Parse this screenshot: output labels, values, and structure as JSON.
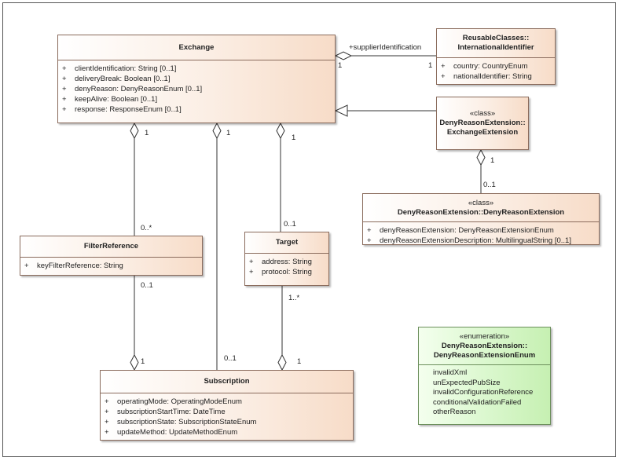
{
  "classes": {
    "exchange": {
      "name": "Exchange",
      "attributes": [
        {
          "vis": "+",
          "text": "clientIdentification: String [0..1]"
        },
        {
          "vis": "+",
          "text": "deliveryBreak: Boolean [0..1]"
        },
        {
          "vis": "+",
          "text": "denyReason: DenyReasonEnum [0..1]"
        },
        {
          "vis": "+",
          "text": "keepAlive: Boolean [0..1]"
        },
        {
          "vis": "+",
          "text": "response: ResponseEnum [0..1]"
        }
      ]
    },
    "international": {
      "name_line1": "ReusableClasses::",
      "name_line2": "InternationalIdentifier",
      "attributes": [
        {
          "vis": "+",
          "text": "country: CountryEnum"
        },
        {
          "vis": "+",
          "text": "nationalIdentifier: String"
        }
      ]
    },
    "exchange_extension": {
      "stereotype": "«class»",
      "name_line1": "DenyReasonExtension::",
      "name_line2": "ExchangeExtension"
    },
    "deny_reason_extension": {
      "stereotype": "«class»",
      "name": "DenyReasonExtension::DenyReasonExtension",
      "attributes": [
        {
          "vis": "+",
          "text": "denyReasonExtension: DenyReasonExtensionEnum"
        },
        {
          "vis": "+",
          "text": "denyReasonExtensionDescription: MultilingualString [0..1]"
        }
      ]
    },
    "filter_reference": {
      "name": "FilterReference",
      "attributes": [
        {
          "vis": "+",
          "text": "keyFilterReference: String"
        }
      ]
    },
    "target": {
      "name": "Target",
      "attributes": [
        {
          "vis": "+",
          "text": "address: String"
        },
        {
          "vis": "+",
          "text": "protocol: String"
        }
      ]
    },
    "subscription": {
      "name": "Subscription",
      "attributes": [
        {
          "vis": "+",
          "text": "operatingMode: OperatingModeEnum"
        },
        {
          "vis": "+",
          "text": "subscriptionStartTime: DateTime"
        },
        {
          "vis": "+",
          "text": "subscriptionState: SubscriptionStateEnum"
        },
        {
          "vis": "+",
          "text": "updateMethod: UpdateMethodEnum"
        }
      ]
    },
    "enum": {
      "stereotype": "«enumeration»",
      "name_line1": "DenyReasonExtension::",
      "name_line2": "DenyReasonExtensionEnum",
      "literals": [
        "invalidXml",
        "unExpectedPubSize",
        "invalidConfigurationReference",
        "conditionalValidationFailed",
        "otherReason"
      ]
    }
  },
  "labels": {
    "supplier_role": "+supplierIdentification",
    "supplier_mult_exchange": "1",
    "supplier_mult_international": "1",
    "filter_mult_exchange": "1",
    "filter_mult_filter": "0..*",
    "subscription_mult_exchange": "1",
    "subscription_mult_sub": "0..1",
    "target_mult_exchange": "1",
    "target_mult_target": "0..1",
    "extension_mult_ext": "1",
    "extension_mult_deny": "0..1",
    "filter_sub_mult_filter": "0..1",
    "filter_sub_mult_sub": "1",
    "target_sub_mult_target": "1..*",
    "target_sub_mult_sub": "1"
  }
}
